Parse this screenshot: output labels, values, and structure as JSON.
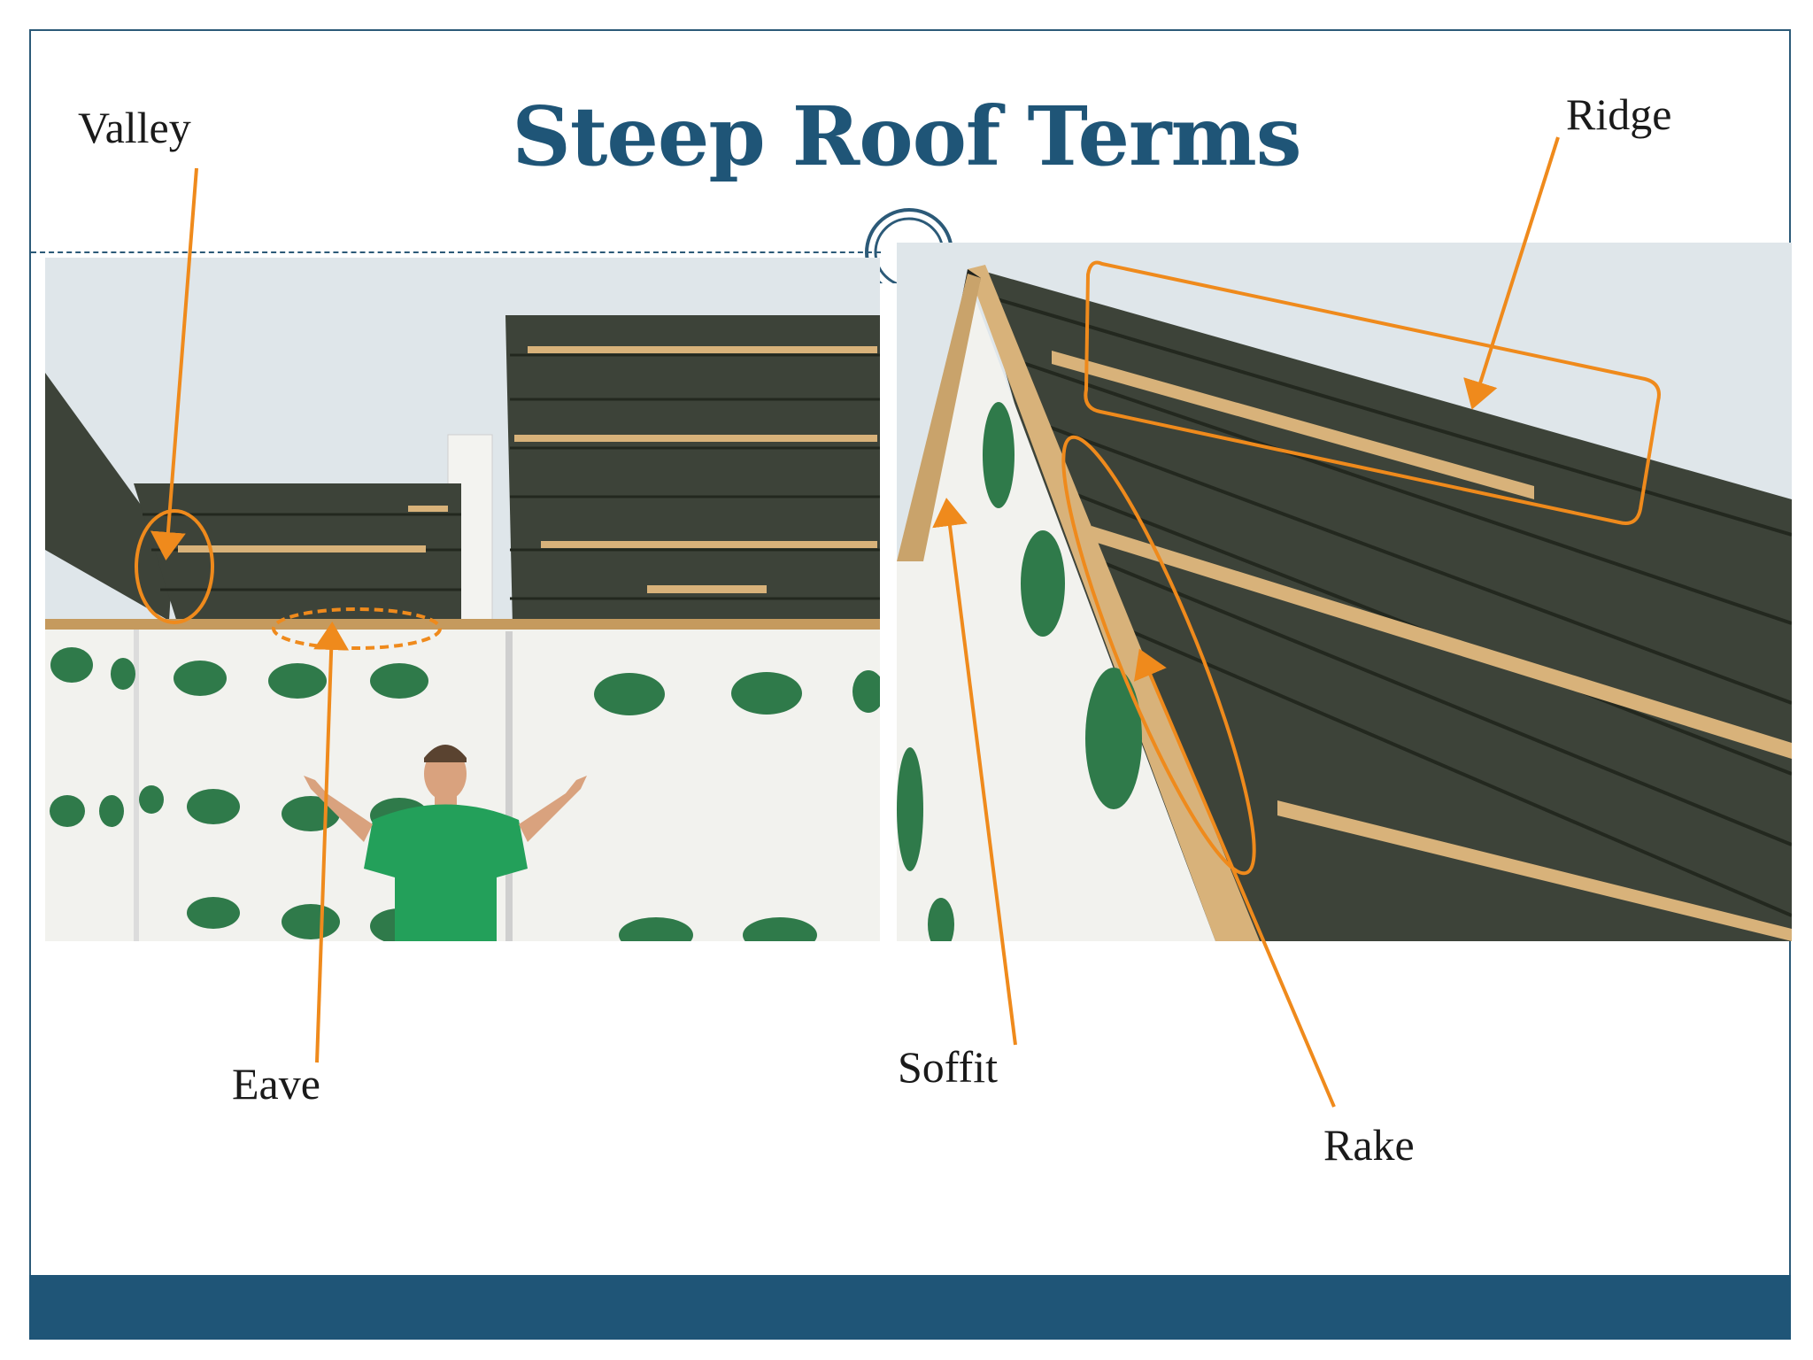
{
  "slide": {
    "title": "Steep Roof Terms",
    "colors": {
      "title": "#1f5577",
      "frame": "#2c5a78",
      "footer": "#1f5577",
      "annotation": "#ef8a1c",
      "roof": "#3d4339",
      "wall": "#f2f2ee",
      "wrap-logo": "#2f7a4a",
      "wood": "#d8b27a",
      "shirt": "#23a05a",
      "sky": "#dfe6ea"
    }
  },
  "labels": {
    "valley": "Valley",
    "ridge": "Ridge",
    "eave": "Eave",
    "soffit": "Soffit",
    "rake": "Rake"
  },
  "icons": {
    "title_ornament": "double-ring-icon"
  }
}
